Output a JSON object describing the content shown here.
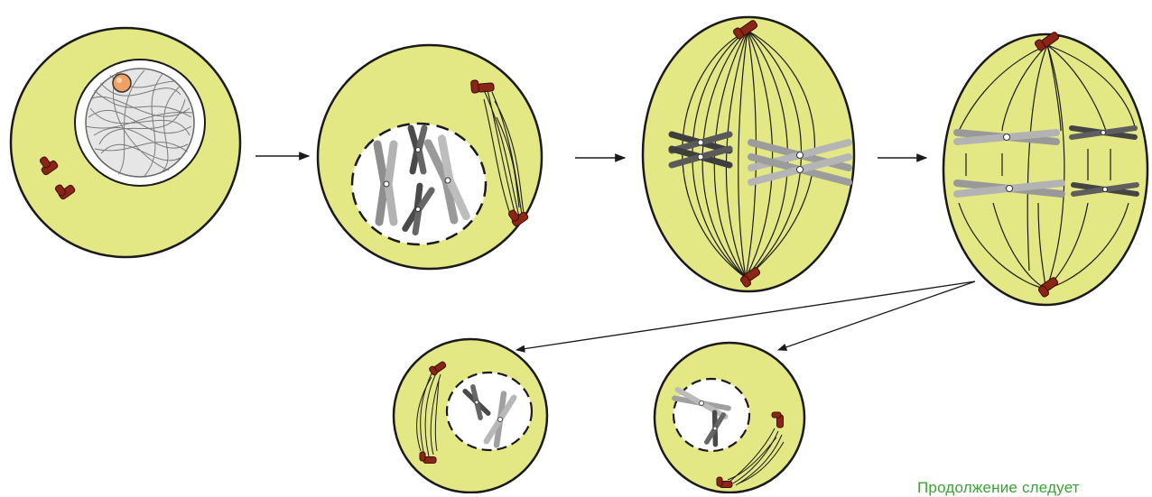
{
  "footer": {
    "continuation_text": "Продолжение следует"
  },
  "colors": {
    "cytoplasm": "#e3e884",
    "outline": "#1a1a1a",
    "centrosome": "#8b2516",
    "chromosome_dark": "#555555",
    "chromosome_light": "#a8a8a8",
    "nucleolus": "#f0a060",
    "caption": "#3aa335"
  },
  "stages": [
    "interphase",
    "prophase",
    "metaphase-I",
    "anaphase",
    "daughter-cell-1",
    "daughter-cell-2"
  ]
}
